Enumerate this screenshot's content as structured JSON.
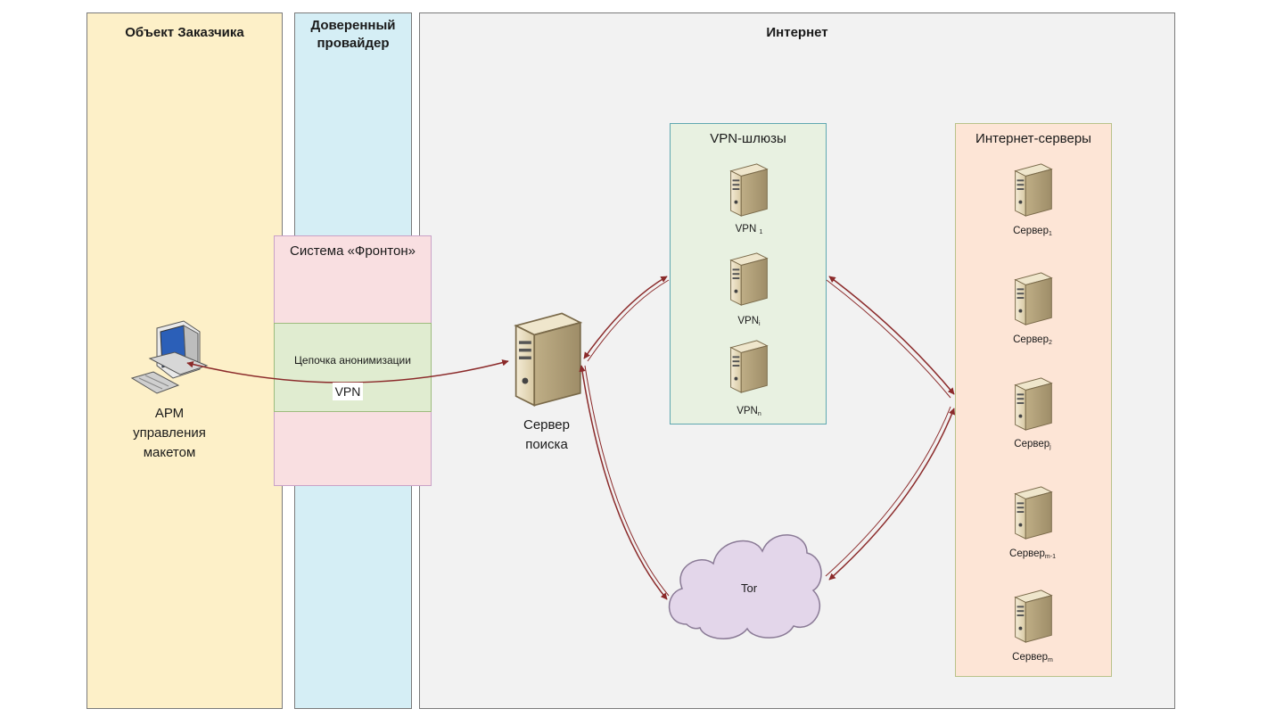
{
  "lanes": {
    "customer": "Объект Заказчика",
    "provider": "Доверенный провайдер",
    "internet": "Интернет"
  },
  "fronton": {
    "title": "Система «Фронтон»",
    "chain": "Цепочка анонимизации",
    "vpn_label": "VPN"
  },
  "workstation": {
    "label": "АРМ управления макетом"
  },
  "search_server": {
    "label": "Сервер поиска"
  },
  "vpn_gateways": {
    "title": "VPN-шлюзы",
    "items": [
      {
        "base": "VPN",
        "sub": "1"
      },
      {
        "base": "VPN",
        "sub": "i"
      },
      {
        "base": "VPN",
        "sub": "n"
      }
    ]
  },
  "internet_servers": {
    "title": "Интернет-серверы",
    "items": [
      {
        "base": "Сервер",
        "sub": "1"
      },
      {
        "base": "Сервер",
        "sub": "2"
      },
      {
        "base": "Сервер",
        "sub": "j"
      },
      {
        "base": "Сервер",
        "sub": "m-1"
      },
      {
        "base": "Сервер",
        "sub": "m"
      }
    ]
  },
  "tor": {
    "label": "Tor"
  },
  "colors": {
    "arrow": "#8b2a2a",
    "customer_lane": "#fdf0c8",
    "provider_lane": "#d5eef5",
    "internet_lane": "#f2f2f2",
    "fronton": "#f9dfe1",
    "chain": "#e0ecd0",
    "vpn_group": "#e8f1e1",
    "servers_group": "#fde5d6",
    "cloud": "#e3d6ea"
  }
}
